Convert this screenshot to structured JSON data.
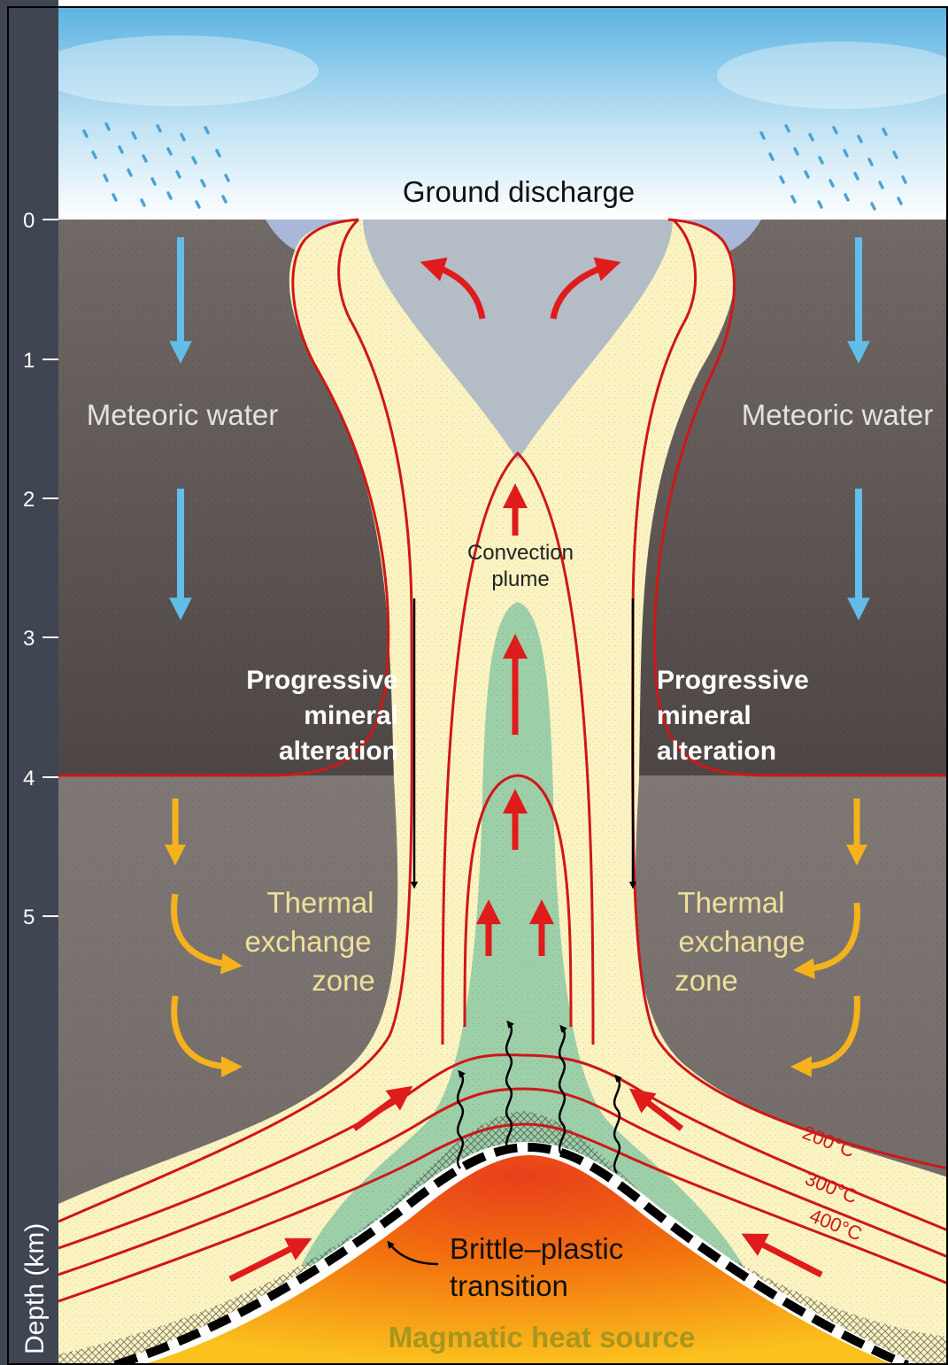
{
  "surface_label": "Ground discharge",
  "axis": {
    "title": "Depth (km)",
    "ticks": [
      "0",
      "1",
      "2",
      "3",
      "4",
      "5"
    ]
  },
  "meteoric": {
    "left": "Meteoric water",
    "right": "Meteoric water"
  },
  "plume": [
    "Convection",
    "plume"
  ],
  "alteration_left": [
    "Progressive",
    "mineral",
    "alteration"
  ],
  "alteration_right": [
    "Progressive",
    "mineral",
    "alteration"
  ],
  "thermal_left": [
    "Thermal",
    "exchange",
    "zone"
  ],
  "thermal_right": [
    "Thermal",
    "exchange",
    "zone"
  ],
  "isotherms": [
    "200°C",
    "300°C",
    "400°C"
  ],
  "transition": [
    "Brittle–plastic",
    "transition"
  ],
  "heat_source": "Magmatic heat source",
  "colors": {
    "sky_top": "#5cb3e2",
    "rock_upper": "#5e5654",
    "rock_lower": "#7b7471",
    "plume_yellow": "#fbf3c2",
    "plume_green": "#9dcfa9",
    "discharge_grey": "#b4bcc6",
    "isotherm_red": "#cf1717",
    "meteoric_arrow": "#62bde8",
    "thermal_arrow": "#f5b21c",
    "label_yellow": "#eee099",
    "magma_orange": "#f2700e",
    "heat_label": "#a8961d"
  }
}
